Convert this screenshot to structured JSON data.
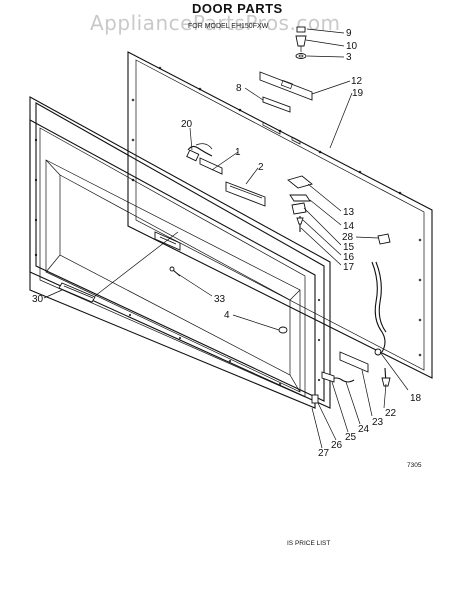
{
  "header": {
    "title": "DOOR PARTS",
    "subtitle": "FOR MODEL EH150FXW"
  },
  "watermark": {
    "text": "AppliancePartsPros.com"
  },
  "callouts": [
    {
      "id": "c1",
      "label": "1"
    },
    {
      "id": "c2",
      "label": "2"
    },
    {
      "id": "c3",
      "label": "3"
    },
    {
      "id": "c4",
      "label": "4"
    },
    {
      "id": "c8",
      "label": "8"
    },
    {
      "id": "c9",
      "label": "9"
    },
    {
      "id": "c10",
      "label": "10"
    },
    {
      "id": "c12",
      "label": "12"
    },
    {
      "id": "c13",
      "label": "13"
    },
    {
      "id": "c14",
      "label": "14"
    },
    {
      "id": "c15",
      "label": "15"
    },
    {
      "id": "c16",
      "label": "16"
    },
    {
      "id": "c17",
      "label": "17"
    },
    {
      "id": "c18",
      "label": "18"
    },
    {
      "id": "c19",
      "label": "19"
    },
    {
      "id": "c20",
      "label": "20"
    },
    {
      "id": "c22",
      "label": "22"
    },
    {
      "id": "c23",
      "label": "23"
    },
    {
      "id": "c24",
      "label": "24"
    },
    {
      "id": "c25",
      "label": "25"
    },
    {
      "id": "c26",
      "label": "26"
    },
    {
      "id": "c27",
      "label": "27"
    },
    {
      "id": "c28",
      "label": "28"
    },
    {
      "id": "c30",
      "label": "30"
    },
    {
      "id": "c33",
      "label": "33"
    }
  ],
  "footer": {
    "figure_number": "7305",
    "price_list_note": "IS PRICE LIST"
  }
}
